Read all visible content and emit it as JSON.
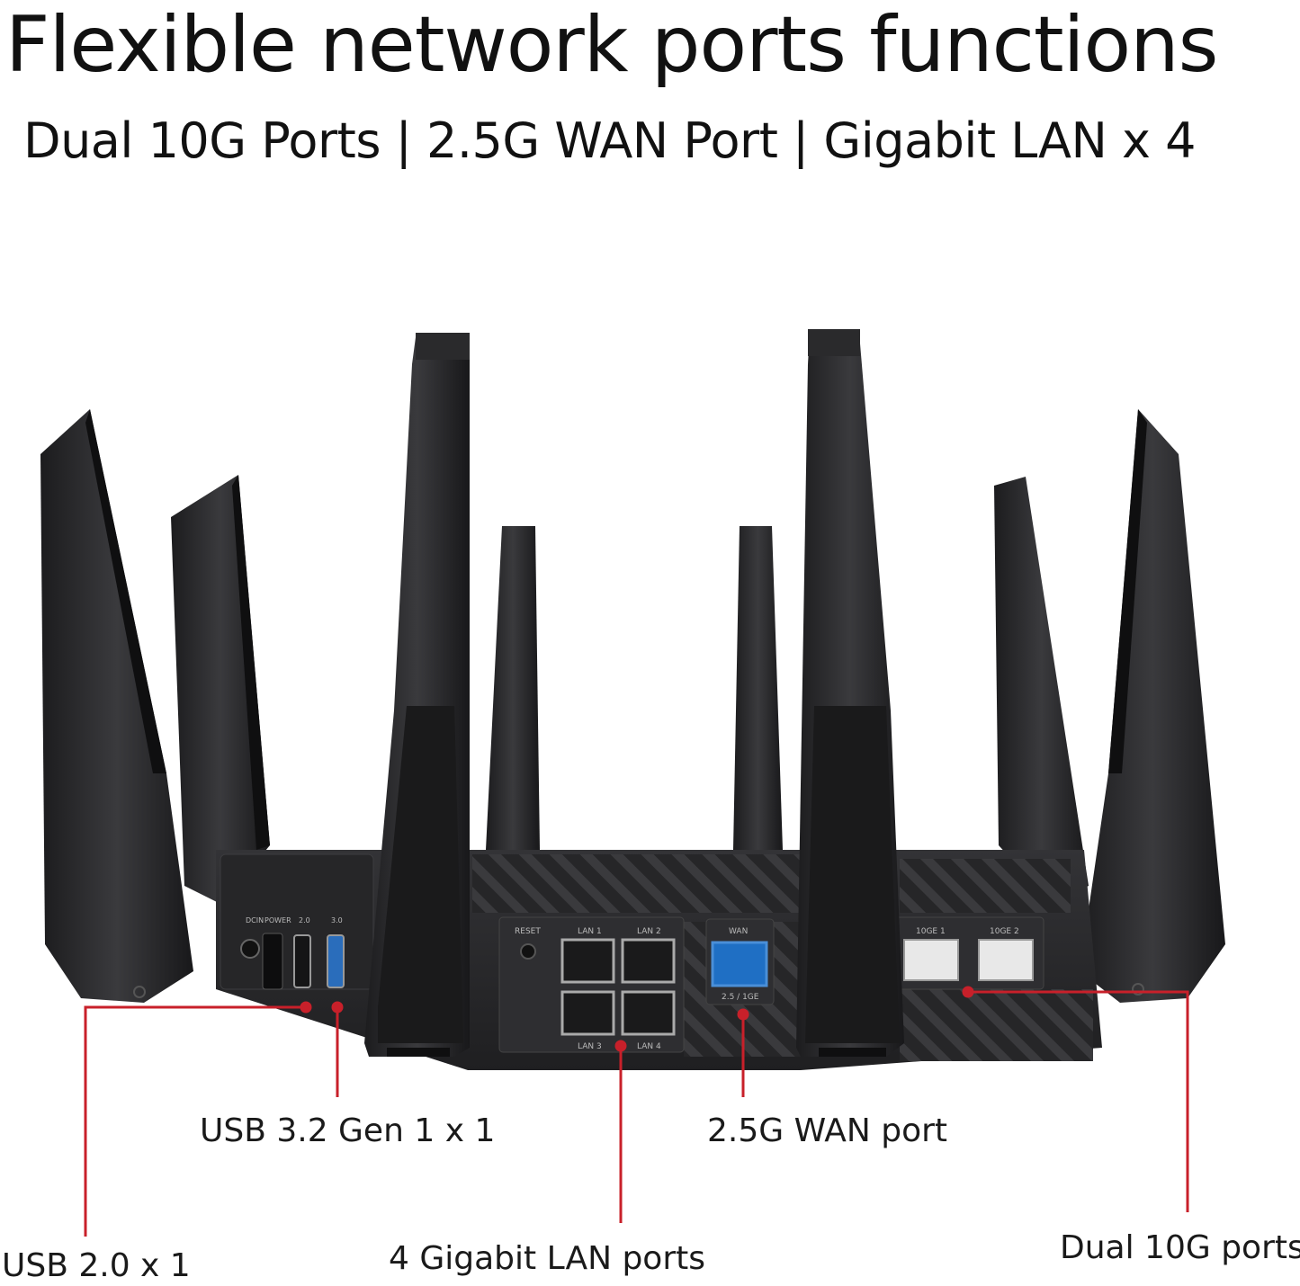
{
  "heading": {
    "title": "Flexible network ports functions",
    "subtitle": "Dual 10G Ports | 2.5G WAN Port | Gigabit LAN x 4"
  },
  "callouts": {
    "usb3": "USB 3.2 Gen 1 x 1",
    "wan": "2.5G WAN port",
    "usb2": "USB 2.0 x 1",
    "lan": "4 Gigabit LAN ports",
    "ten_g": "Dual 10G ports"
  },
  "panel_labels": {
    "dcin": "DCIN",
    "power": "POWER",
    "usb20": "2.0",
    "usb30": "3.0",
    "reset": "RESET",
    "lan1": "LAN 1",
    "lan2": "LAN 2",
    "lan3": "LAN 3",
    "lan4": "LAN 4",
    "wan": "WAN",
    "wan_speed": "2.5 / 1GE",
    "tenge1": "10GE 1",
    "tenge2": "10GE 2"
  },
  "colors": {
    "callout_line": "#c8202a",
    "wan_port": "#1f6fc4",
    "body": "#2b2b2d"
  }
}
